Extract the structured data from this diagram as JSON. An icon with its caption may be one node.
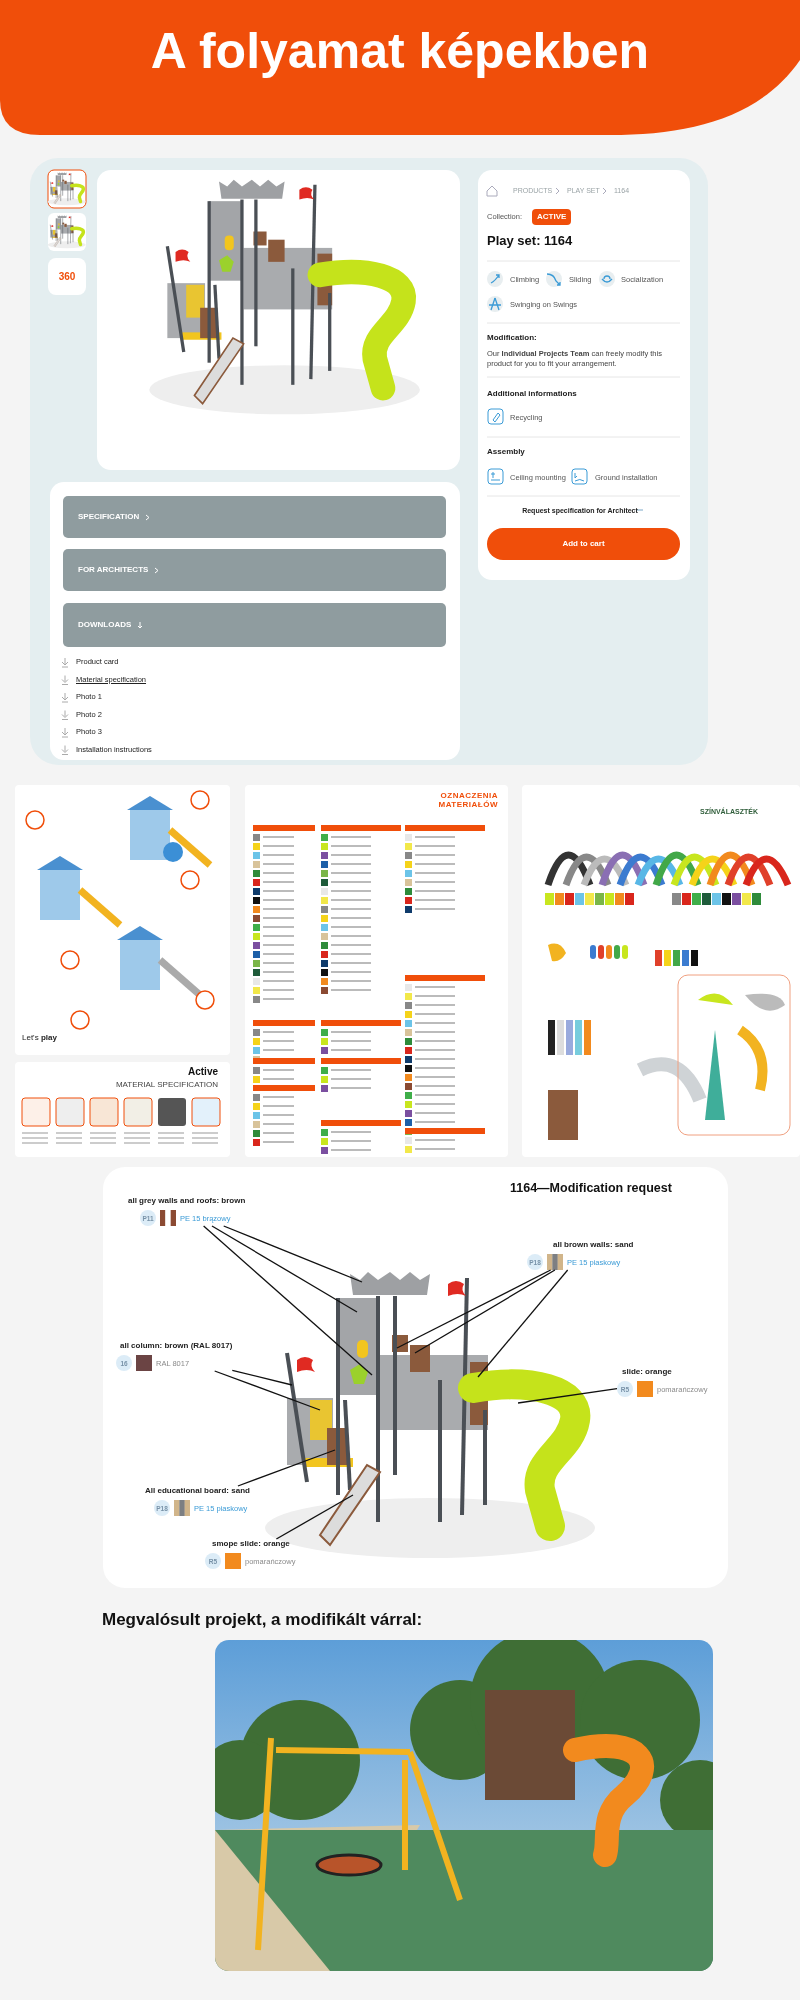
{
  "diagram": {
    "title": "A folyamat képekben",
    "nodes": [
      {
        "text": [
          "all grey walls and roofs: brown",
          "P11",
          "PE 15 brązowy"
        ]
      },
      {
        "text": [
          "all brown walls: sand",
          "P18",
          "PE 15 piaskowy"
        ]
      },
      {
        "text": [
          "all column: brown (RAL 8017)",
          "16",
          "RAL 8017"
        ]
      },
      {
        "text": [
          "slide: orange",
          "R5",
          "pomarańczowy"
        ]
      },
      {
        "text": [
          "All educational board: sand",
          "P18",
          "PE 15 piaskowy"
        ]
      },
      {
        "text": [
          "smope slide: orange",
          "R5",
          "pomarańczowy"
        ]
      }
    ],
    "edges": [
      {
        "from": 0,
        "to": null,
        "arrow": "none"
      },
      {
        "from": 0,
        "to": null,
        "arrow": "none"
      },
      {
        "from": 0,
        "to": null,
        "arrow": "none"
      },
      {
        "from": 1,
        "to": null,
        "arrow": "none"
      },
      {
        "from": 1,
        "to": null,
        "arrow": "none"
      },
      {
        "from": 1,
        "to": null,
        "arrow": "none"
      },
      {
        "from": 2,
        "to": null,
        "arrow": "none"
      },
      {
        "from": 2,
        "to": null,
        "arrow": "none"
      },
      {
        "from": 3,
        "to": null,
        "arrow": "none"
      },
      {
        "from": 4,
        "to": null,
        "arrow": "none"
      },
      {
        "from": 5,
        "to": null,
        "arrow": "none"
      }
    ],
    "labels": [
      "360",
      "PRODUCTS",
      "PLAY SET",
      "1164",
      "Collection:",
      "ACTIVE",
      "Play set: 1164",
      "Climbing",
      "Sliding",
      "Socialization",
      "Swinging on Swings",
      "Modification:",
      "Our **Individual Projects Team** can freely modify this product for you to fit your arrangement.",
      "Additional informations",
      "Recycling",
      "Assembly",
      "Ceiling mounting",
      "Ground installation",
      "Request specification for Architect",
      "Add to cart",
      "SPECIFICATION",
      "FOR ARCHITECTS",
      "DOWNLOADS",
      "Product card",
      "Material specification",
      "Photo 1",
      "Photo 2",
      "Photo 3",
      "Installation instructions",
      "Let's **play**",
      "OZNACZENIA MATERIAŁÓW",
      "Active",
      "MATERIAL SPECIFICATION",
      "SZÍNVÁLASZTÉK",
      "1164—Modification request",
      "Megvalósult projekt, a modifikált várral:"
    ]
  }
}
